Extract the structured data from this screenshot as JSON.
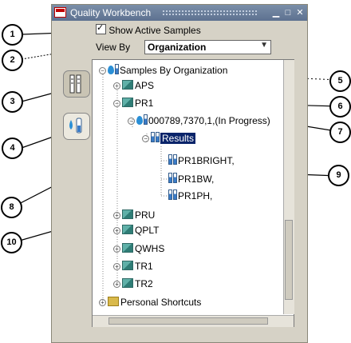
{
  "window": {
    "title": "Quality Workbench"
  },
  "controls": {
    "show_active_samples": "Show Active Samples",
    "view_by_label": "View By",
    "view_by_value": "Organization"
  },
  "tree": {
    "root": "Samples By Organization",
    "aps": "APS",
    "pr1": "PR1",
    "sample": "000789,7370,1,(In Progress)",
    "results": "Results",
    "r1": "PR1BRIGHT,",
    "r2": "PR1BW,",
    "r3": "PR1PH,",
    "pru": "PRU",
    "qplt": "QPLT",
    "qwhs": "QWHS",
    "tr1": "TR1",
    "tr2": "TR2",
    "personal": "Personal Shortcuts"
  },
  "callouts": [
    "1",
    "2",
    "3",
    "4",
    "5",
    "6",
    "7",
    "8",
    "9",
    "10"
  ]
}
